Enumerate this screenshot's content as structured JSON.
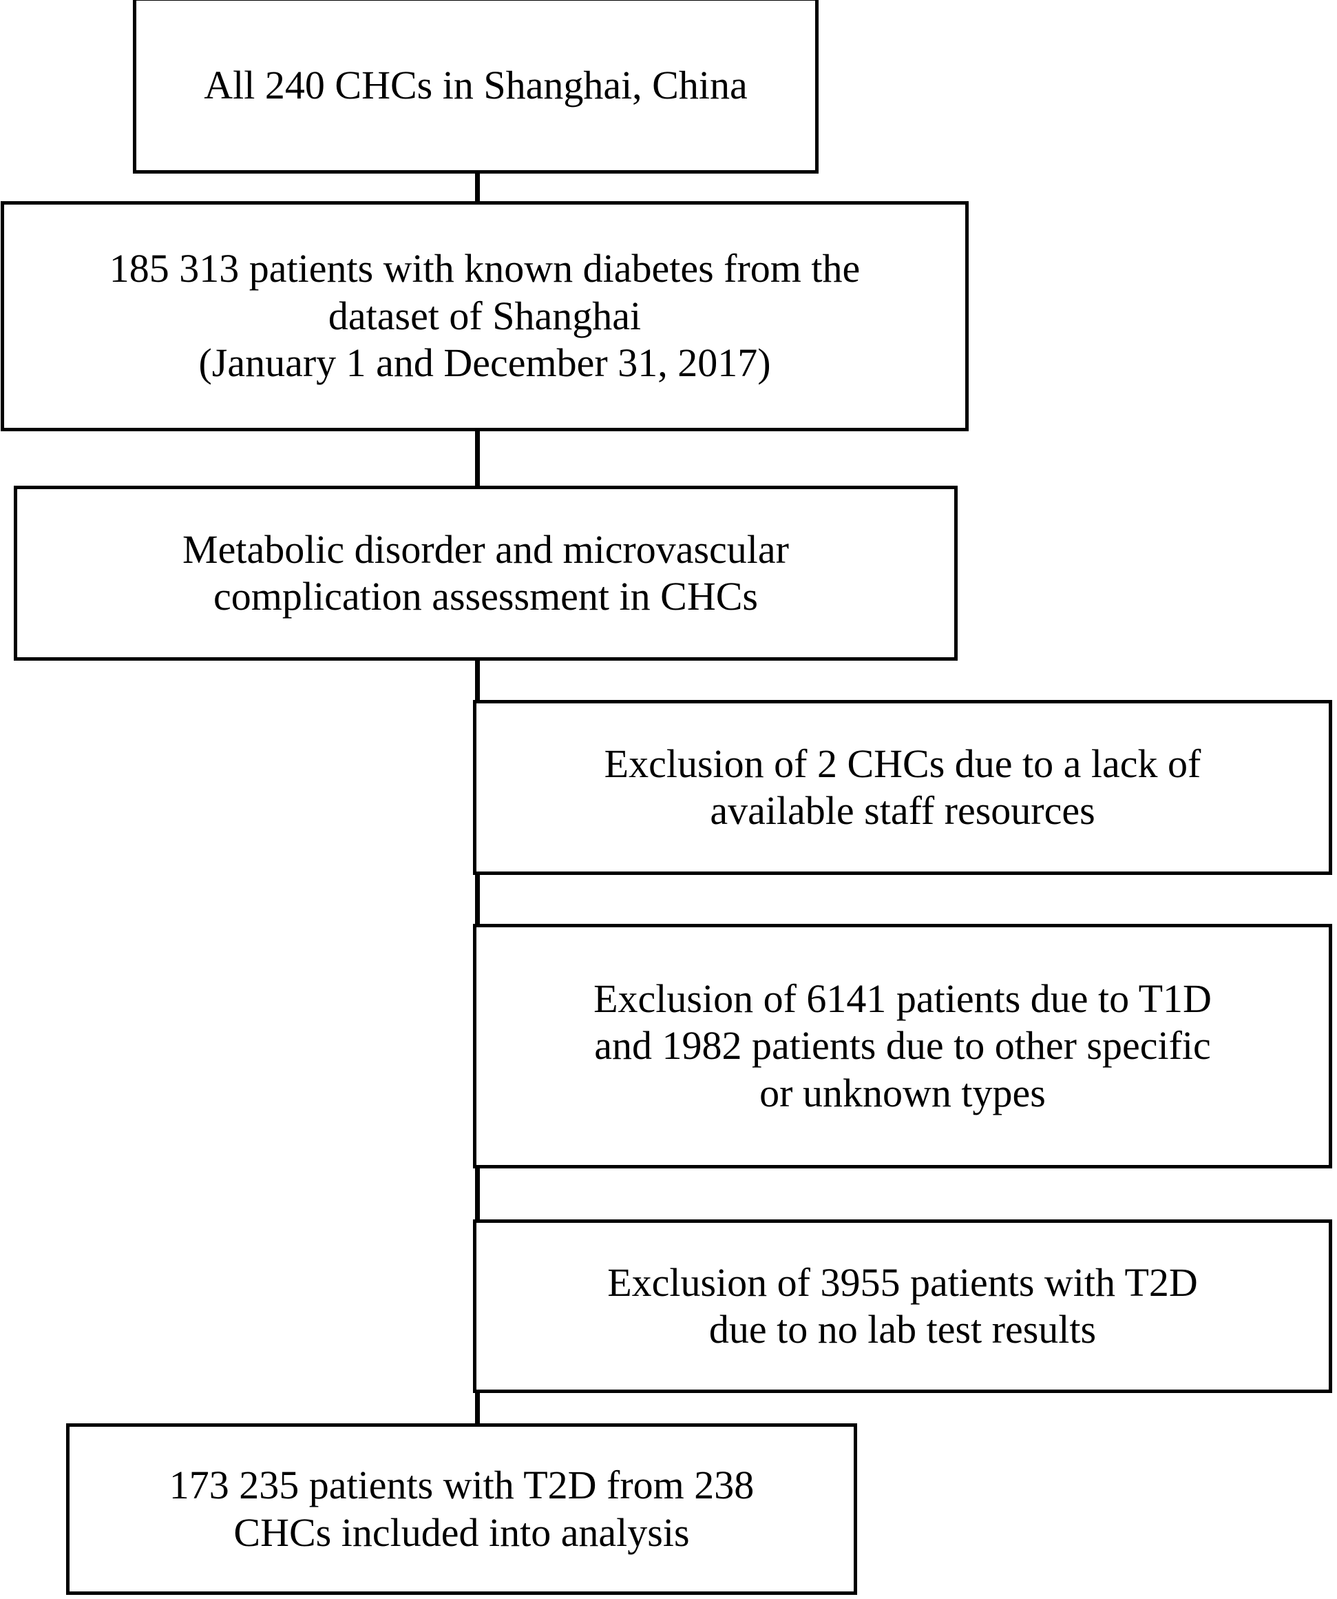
{
  "diagram": {
    "type": "flowchart",
    "title": "Study population selection flow chart",
    "orientation": "top-to-bottom",
    "stroke_color": "#000000",
    "background_color": "#ffffff",
    "nodes": [
      {
        "id": "all-chcs",
        "role": "source",
        "text": "All 240 CHCs in Shanghai, China"
      },
      {
        "id": "patients-known",
        "role": "population",
        "text": "185 313 patients with known diabetes from the\ndataset of Shanghai\n(January 1 and December 31, 2017)"
      },
      {
        "id": "assessment",
        "role": "process",
        "text": "Metabolic disorder and microvascular\ncomplication assessment in CHCs"
      },
      {
        "id": "excl-chcs",
        "role": "exclusion",
        "text": "Exclusion of 2 CHCs due to a lack of\navailable staff resources"
      },
      {
        "id": "excl-t1d",
        "role": "exclusion",
        "text": "Exclusion of 6141 patients due to T1D\nand 1982 patients due to other specific\nor unknown types"
      },
      {
        "id": "excl-lab",
        "role": "exclusion",
        "text": "Exclusion of 3955 patients with T2D\ndue to no lab test results"
      },
      {
        "id": "final",
        "role": "result",
        "text": "173 235 patients with T2D from 238\nCHCs included into analysis"
      }
    ],
    "edges": [
      {
        "from": "all-chcs",
        "to": "patients-known",
        "style": "line"
      },
      {
        "from": "patients-known",
        "to": "assessment",
        "style": "line"
      },
      {
        "from": "assessment",
        "to": "excl-chcs",
        "style": "elbow"
      },
      {
        "from": "assessment",
        "to": "excl-t1d",
        "style": "elbow"
      },
      {
        "from": "assessment",
        "to": "excl-lab",
        "style": "elbow"
      },
      {
        "from": "assessment",
        "to": "final",
        "style": "line"
      }
    ]
  }
}
